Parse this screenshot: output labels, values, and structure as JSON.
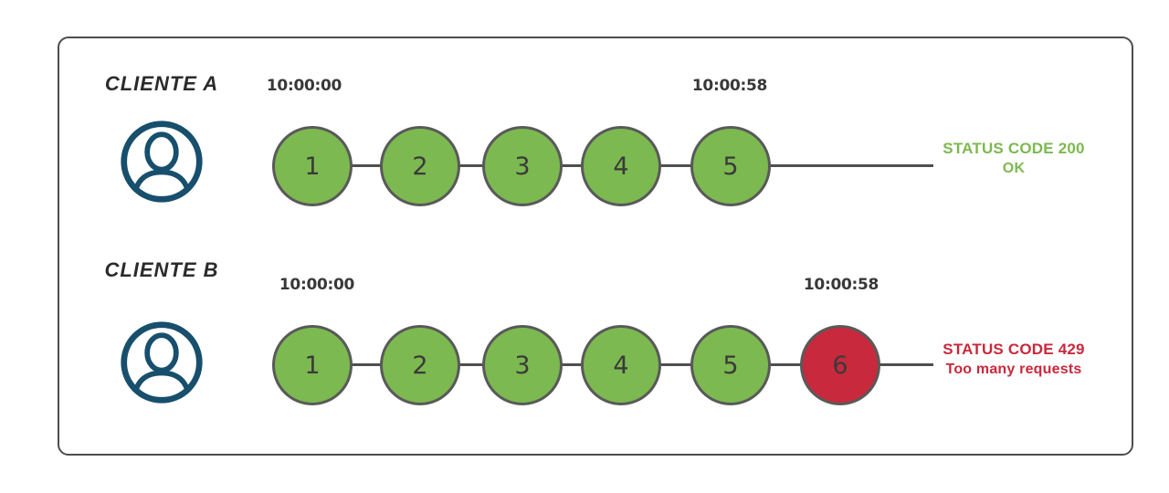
{
  "diagram": {
    "title_hint": "rate-limiting request timeline",
    "colors": {
      "success": "#7CB950",
      "error": "#C8293C",
      "circle_border": "#595959",
      "line": "#4f4f4f",
      "frame_border": "#4d4d4d",
      "timestamp": "#383838",
      "avatar": "#174F6D"
    },
    "rows": [
      {
        "client": "CLIENTE A",
        "start_time": "10:00:00",
        "end_time": "10:00:58",
        "requests": [
          {
            "label": "1",
            "status": "success"
          },
          {
            "label": "2",
            "status": "success"
          },
          {
            "label": "3",
            "status": "success"
          },
          {
            "label": "4",
            "status": "success"
          },
          {
            "label": "5",
            "status": "success"
          }
        ],
        "status_code_line": "STATUS CODE 200",
        "status_message": "OK",
        "status_tone": "success"
      },
      {
        "client": "CLIENTE B",
        "start_time": "10:00:00",
        "end_time": "10:00:58",
        "requests": [
          {
            "label": "1",
            "status": "success"
          },
          {
            "label": "2",
            "status": "success"
          },
          {
            "label": "3",
            "status": "success"
          },
          {
            "label": "4",
            "status": "success"
          },
          {
            "label": "5",
            "status": "success"
          },
          {
            "label": "6",
            "status": "error"
          }
        ],
        "status_code_line": "STATUS CODE 429",
        "status_message": "Too many requests",
        "status_tone": "error"
      }
    ],
    "icons": {
      "avatar": "user-in-circle"
    }
  }
}
